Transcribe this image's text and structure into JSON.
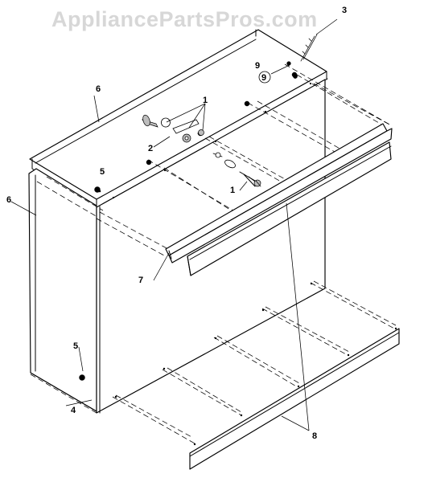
{
  "watermark": "AppliancePartsPros.com",
  "callouts": {
    "c1a": "1",
    "c1b": "1",
    "c2": "2",
    "c3": "3",
    "c4": "4",
    "c5a": "5",
    "c5b": "5",
    "c6a": "6",
    "c6b": "6",
    "c7": "7",
    "c8": "8",
    "c9": "9",
    "c9circle": "9"
  }
}
